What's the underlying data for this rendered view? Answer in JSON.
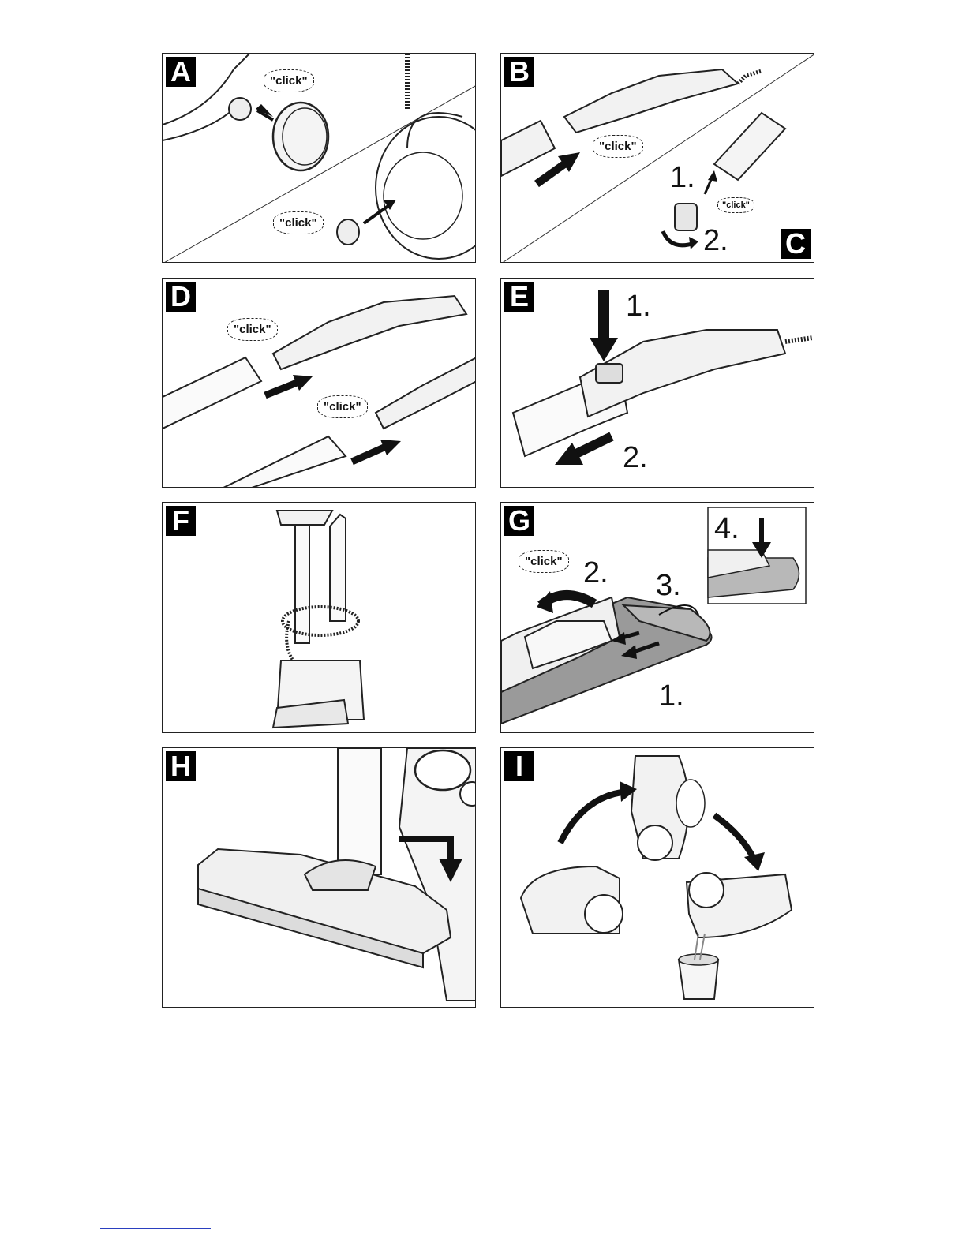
{
  "panels": {
    "a": {
      "letter": "A",
      "clicks": [
        "\"click\"",
        "\"click\""
      ]
    },
    "b": {
      "letter": "B",
      "clicks": [
        "\"click\""
      ]
    },
    "c": {
      "letter": "C",
      "clicks": [
        "\"click\""
      ],
      "steps": [
        "1.",
        "2."
      ]
    },
    "d": {
      "letter": "D",
      "clicks": [
        "\"click\"",
        "\"click\""
      ]
    },
    "e": {
      "letter": "E",
      "steps": [
        "1.",
        "2."
      ]
    },
    "f": {
      "letter": "F"
    },
    "g": {
      "letter": "G",
      "clicks": [
        "\"click\""
      ],
      "steps": [
        "1.",
        "2.",
        "3.",
        "4."
      ]
    },
    "h": {
      "letter": "H"
    },
    "i": {
      "letter": "I"
    }
  }
}
